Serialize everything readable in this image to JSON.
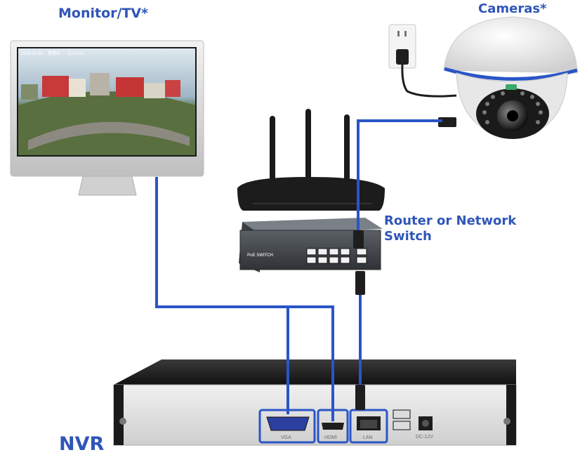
{
  "labels": {
    "monitor": "Monitor/TV*",
    "cameras": "Cameras*",
    "router_line1": "Router or Network",
    "router_line2": "Switch",
    "nvr": "NVR"
  },
  "monitor_screen": {
    "date": "2016-12-30",
    "weekday": "星期五",
    "time": "11:02:01"
  },
  "switch_text": "PoE SWITCH",
  "nvr_ports": {
    "vga": "VGA",
    "hdmi_logo": "HDMI",
    "hdmi": "HDMI",
    "lan": "LAN",
    "dc": "DC-12V"
  },
  "colors": {
    "cable_blue": "#2a55c7",
    "label_blue": "#2f56b8",
    "device_black": "#1d1d1d",
    "nvr_silver": "#dcdcdc"
  }
}
